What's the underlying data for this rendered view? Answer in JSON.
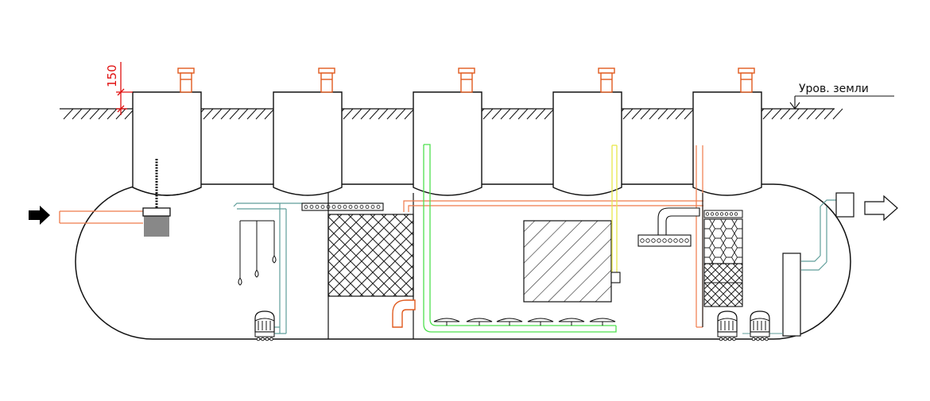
{
  "labels": {
    "dimension": "150",
    "ground_level": "Уров. земли"
  },
  "colors": {
    "outline": "#111111",
    "hatch": "#222222",
    "dimension": "#e01010",
    "vent": "#e05a1e",
    "pipe_teal": "#5f9e9a",
    "pipe_green": "#4ee04e",
    "pipe_yellow": "#e8e84a",
    "pipe_orange": "#ef7a4a",
    "inlet_arrow": "#000000"
  },
  "icons": {
    "inlet": "filled-arrow-right",
    "outlet": "outline-arrow-right",
    "vent": "vent-cap-icon",
    "pump": "pump-icon",
    "aerator": "disc-aerator-icon",
    "media": "filter-media-block"
  }
}
